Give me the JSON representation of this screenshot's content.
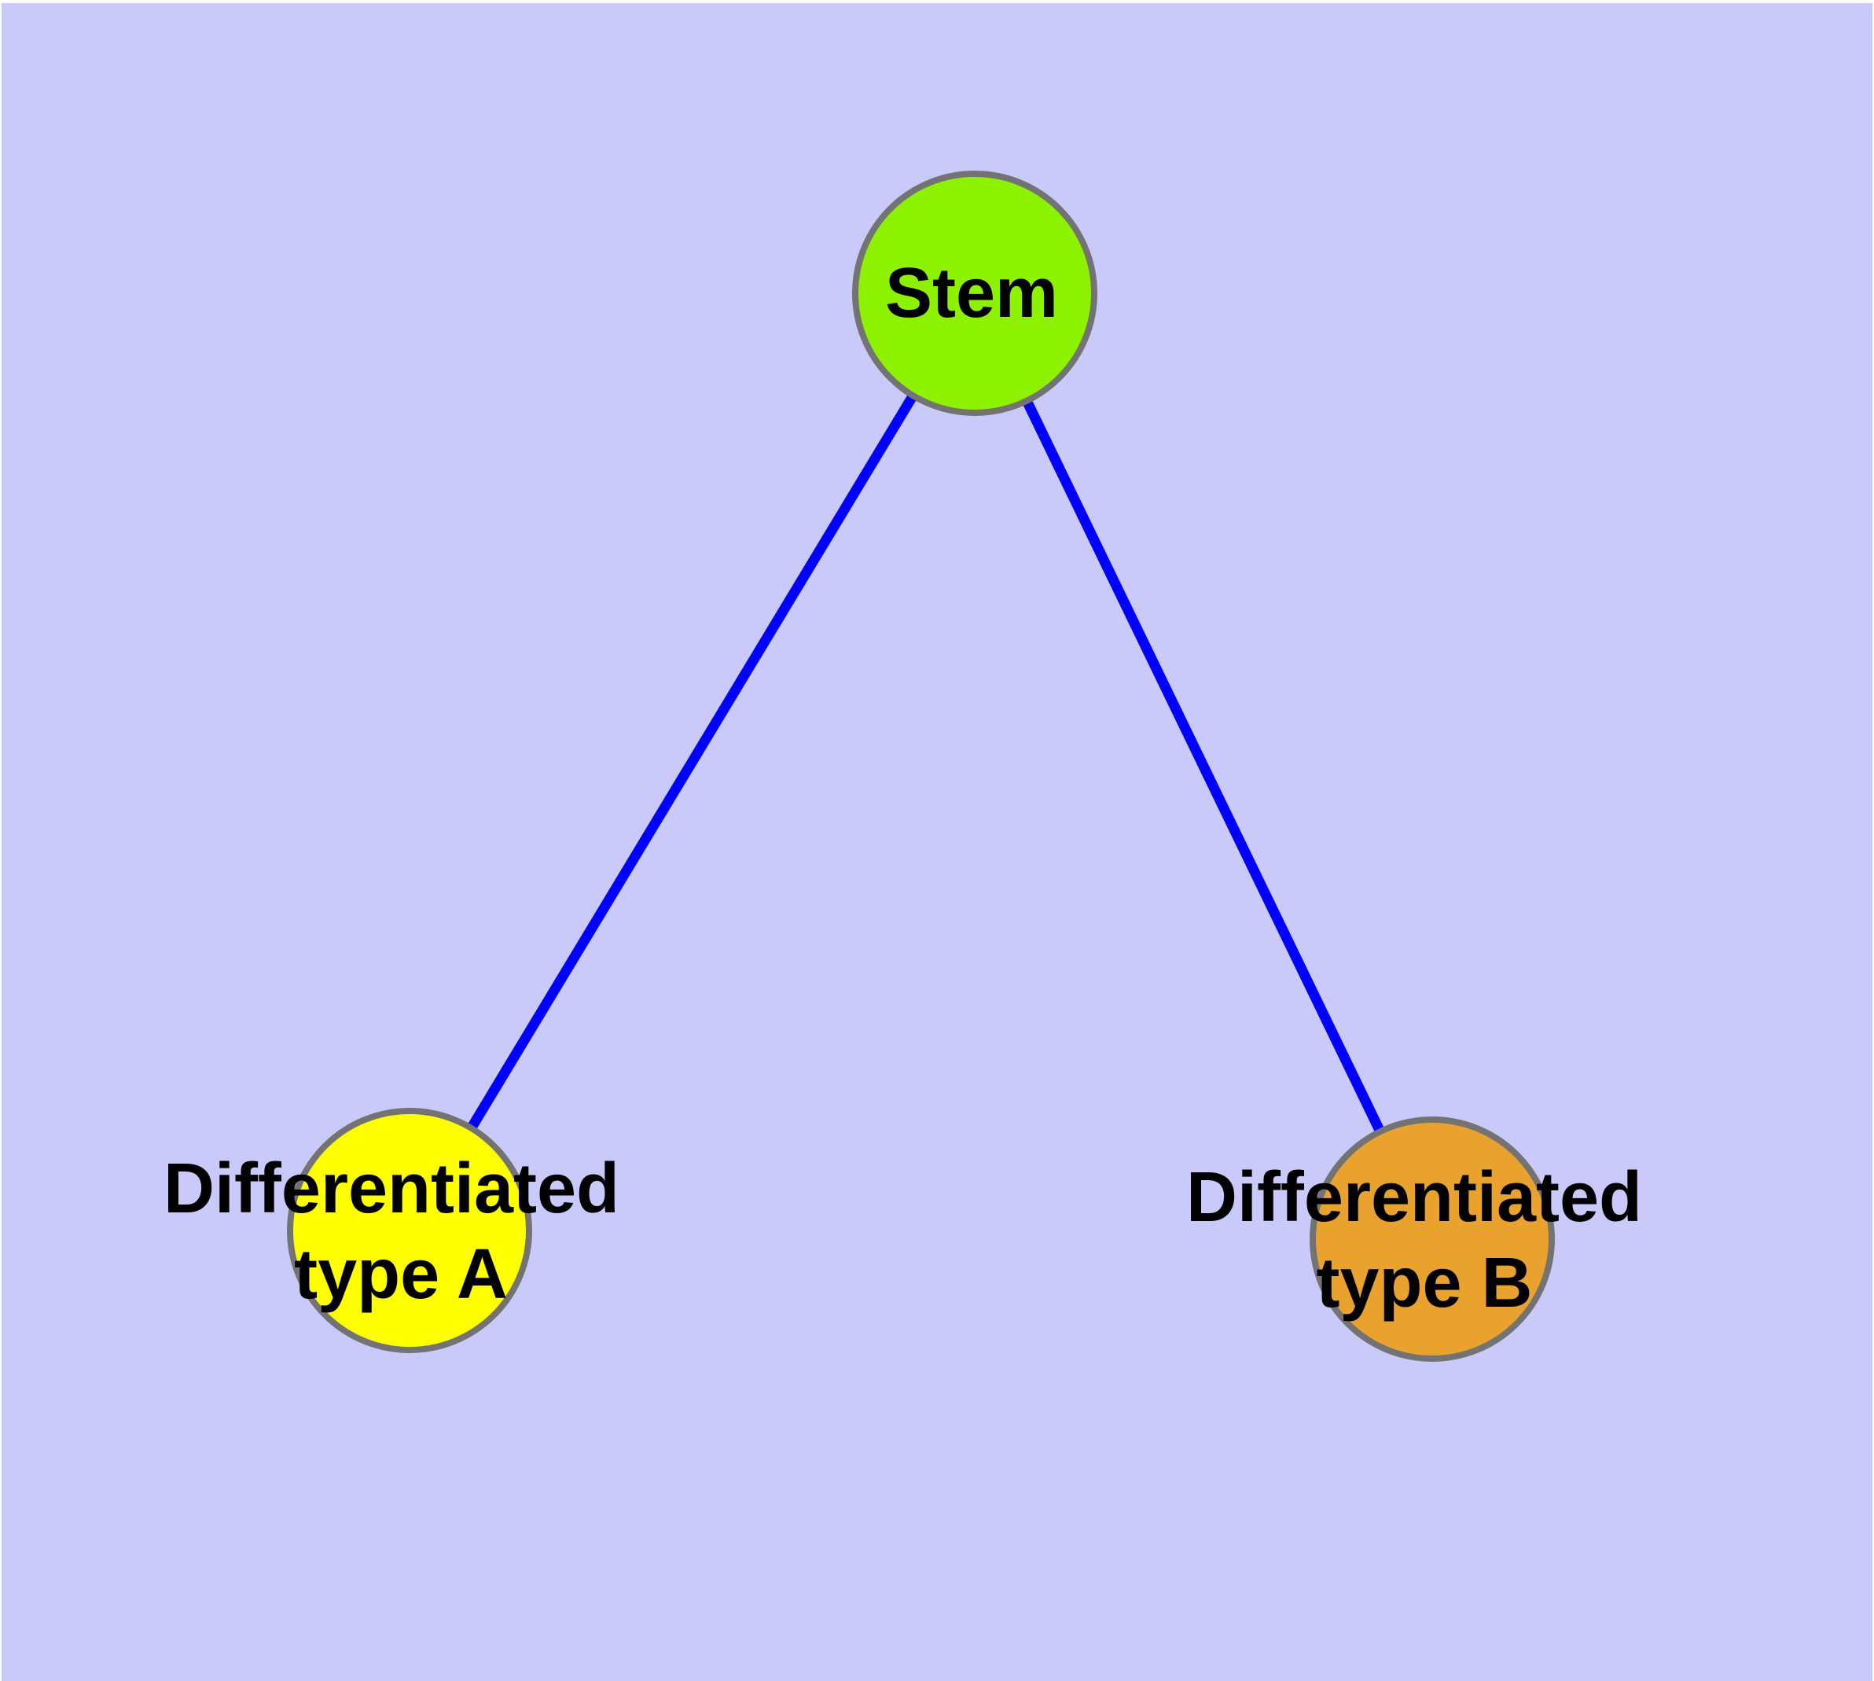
{
  "diagram": {
    "type": "node-link-graph",
    "background_color": "#CACAFA",
    "margin_color": "#FFFFFF",
    "edge_color": "#0000FF",
    "node_border_color": "#737373",
    "label_color": "#000000",
    "nodes": [
      {
        "id": "stem",
        "label": "Stem",
        "label_lines": [
          "Stem"
        ],
        "fill": "#8DF200"
      },
      {
        "id": "type-a",
        "label": "Differentiated type A",
        "label_lines": [
          "Differentiated",
          "type A"
        ],
        "fill": "#FFFF00"
      },
      {
        "id": "type-b",
        "label": "Differentiated type B",
        "label_lines": [
          "Differentiated",
          "type B"
        ],
        "fill": "#E8A22D"
      }
    ],
    "edges": [
      {
        "from": "Stem",
        "to": "Differentiated type A"
      },
      {
        "from": "Stem",
        "to": "Differentiated type B"
      }
    ]
  }
}
